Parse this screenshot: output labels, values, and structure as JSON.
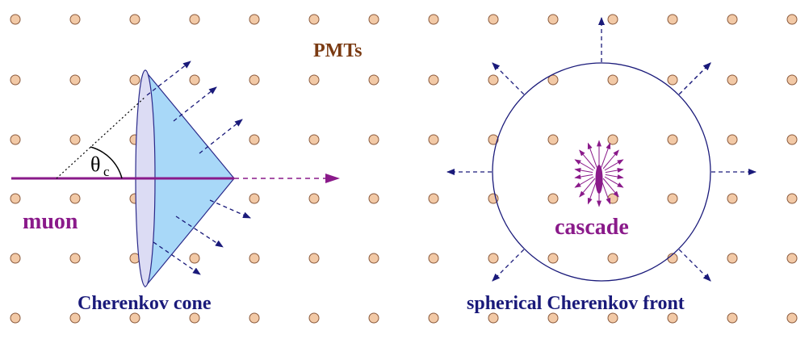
{
  "labels": {
    "pmts": "PMTs",
    "muon": "muon",
    "theta": "θ",
    "theta_sub": "c",
    "cherenkov_cone": "Cherenkov cone",
    "cascade": "cascade",
    "spherical_front": "spherical Cherenkov front"
  },
  "colors": {
    "pmt_fill": "#f2c9a6",
    "pmt_stroke": "#8b5a3c",
    "muon_track": "#8a1a8a",
    "cone_fill": "#a8d8f8",
    "cone_edge": "#2a2a8a",
    "disk_fill": "#dcdcf4",
    "arrow_blue": "#1a1a7a",
    "cascade_purple": "#8a1a8a",
    "pmts_text": "#7a3a12",
    "label_blue": "#1a1a7a"
  },
  "icons": {
    "pmt": "pmt-circle-icon",
    "arrow": "dashed-arrow-icon"
  }
}
